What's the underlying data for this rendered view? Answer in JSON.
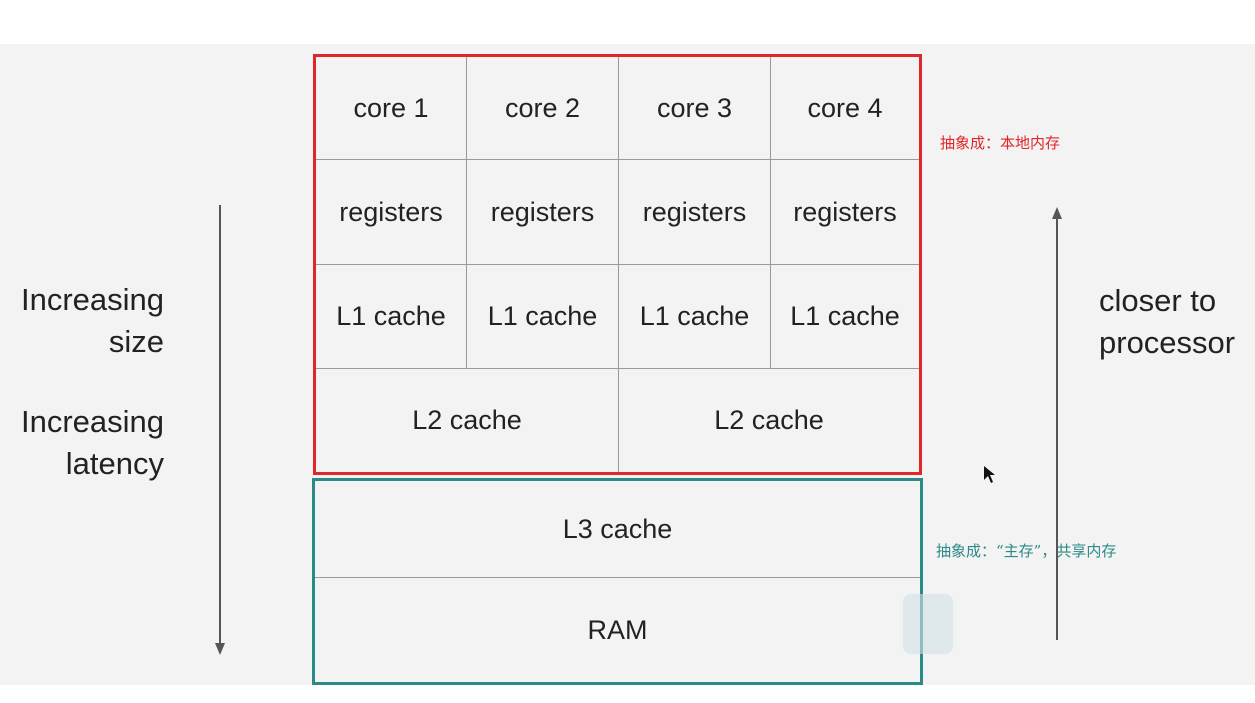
{
  "diagram": {
    "left_labels": {
      "line1": "Increasing",
      "line2": "size",
      "line3": "Increasing",
      "line4": "latency"
    },
    "right_labels": {
      "line1": "closer to",
      "line2": "processor"
    },
    "cores": [
      "core 1",
      "core 2",
      "core 3",
      "core 4"
    ],
    "registers": [
      "registers",
      "registers",
      "registers",
      "registers"
    ],
    "l1": [
      "L1 cache",
      "L1 cache",
      "L1 cache",
      "L1 cache"
    ],
    "l2": [
      "L2 cache",
      "L2 cache"
    ],
    "l3": "L3 cache",
    "ram": "RAM",
    "annotations": {
      "local_memory": "抽象成：本地内存",
      "main_memory": "抽象成：“主存”，共享内存"
    },
    "colors": {
      "local_frame": "#e0262b",
      "shared_frame": "#2a8a86",
      "local_text": "#e0262b",
      "shared_text": "#2a8a86"
    }
  }
}
